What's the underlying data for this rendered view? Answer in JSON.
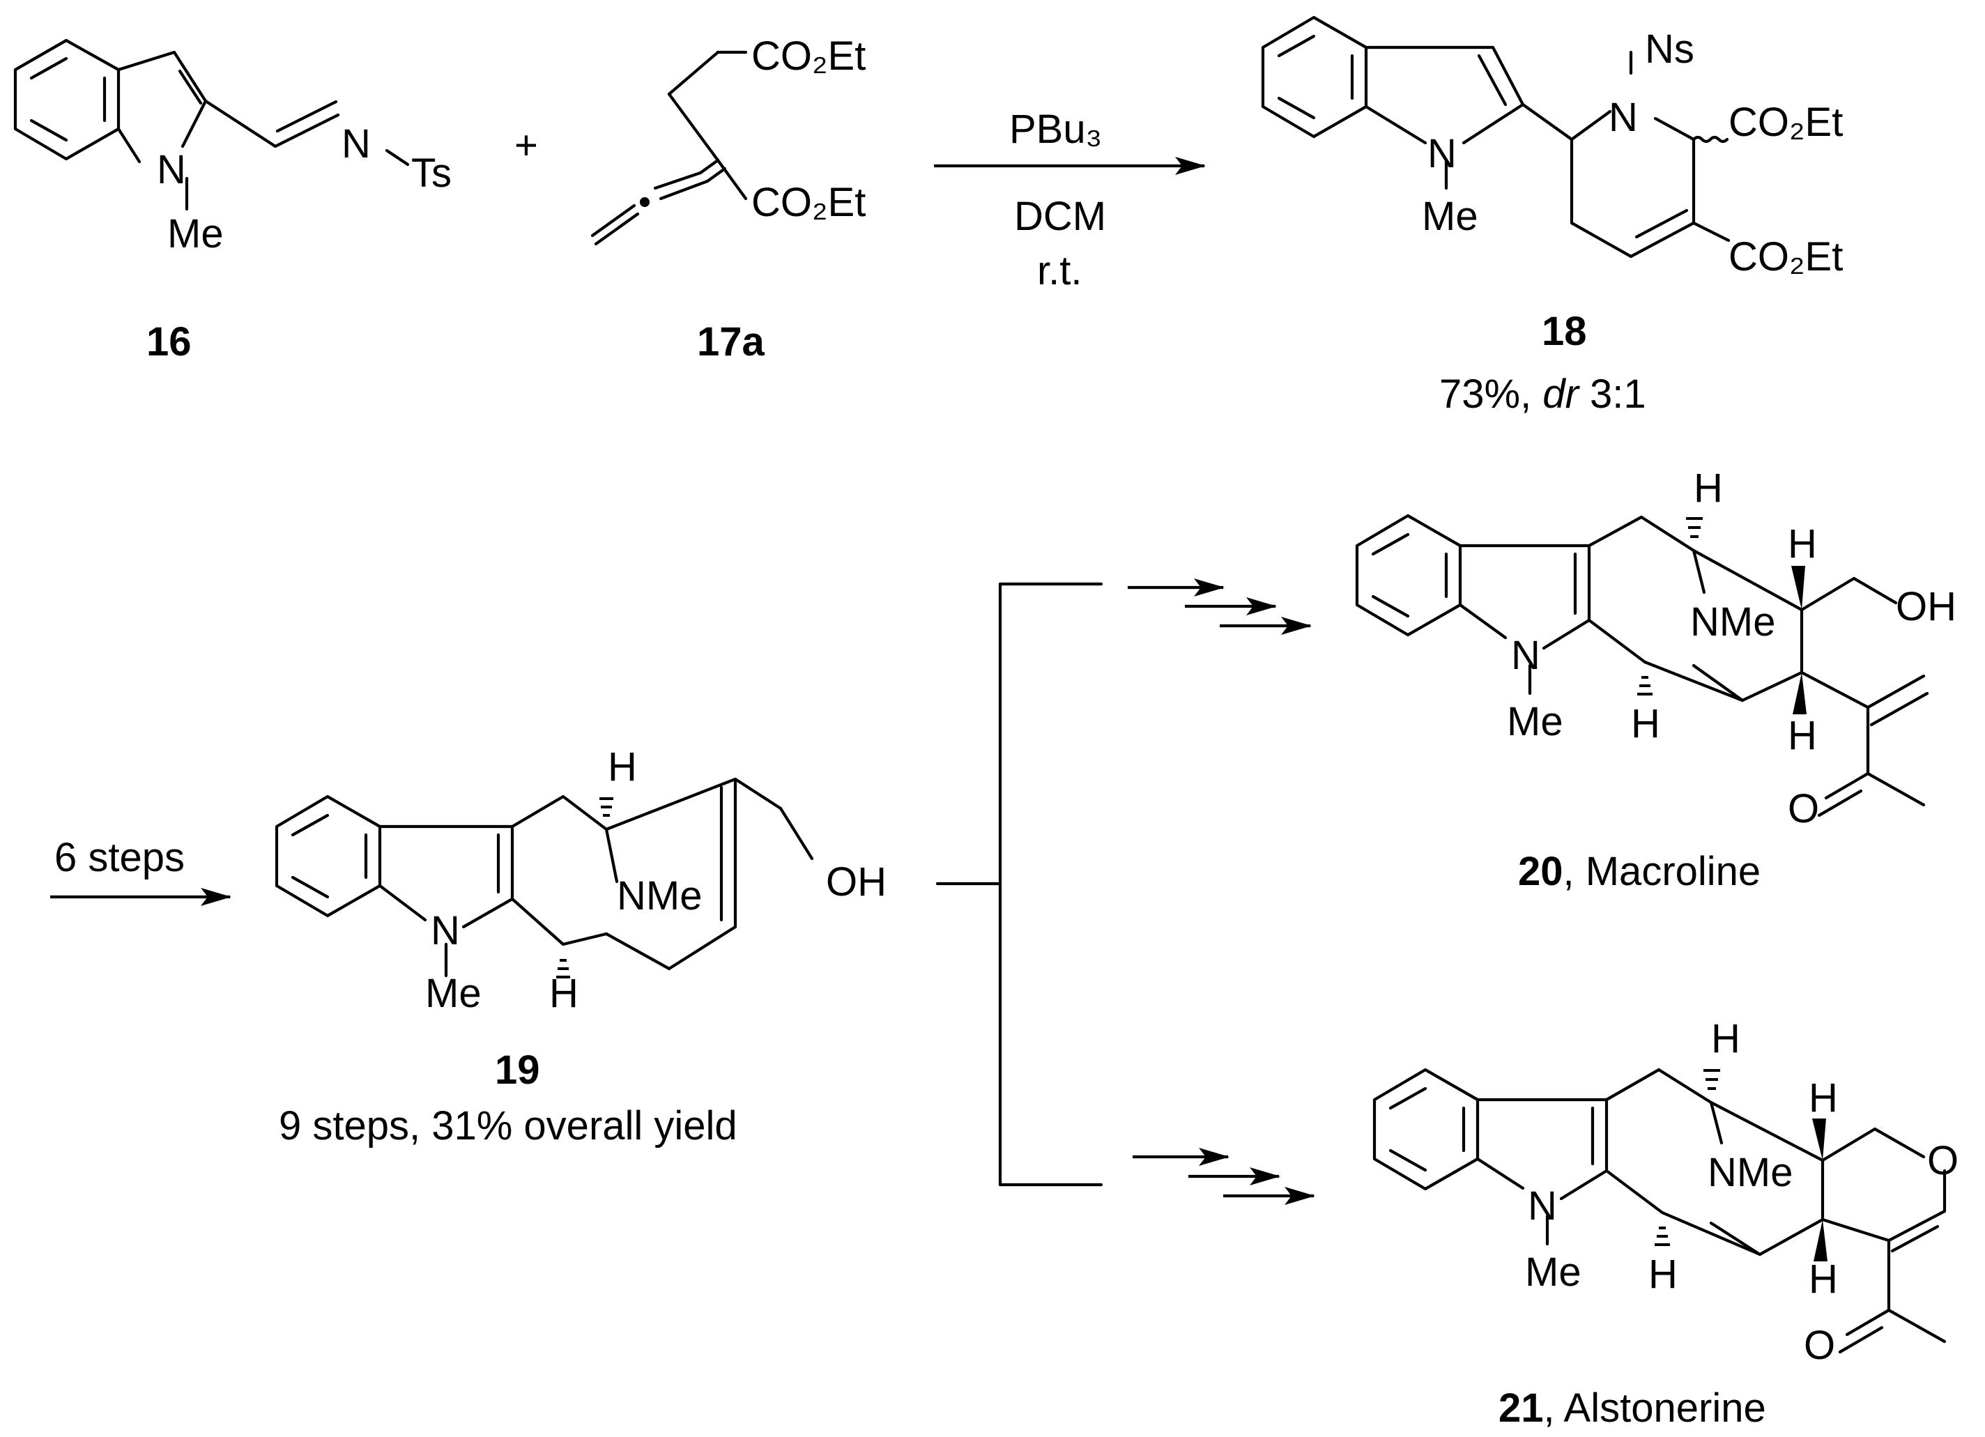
{
  "compounds": {
    "c16": {
      "number": "16",
      "n_label": "N",
      "me_label": "Me",
      "imine_n": "N",
      "ts": "Ts"
    },
    "plus": "+",
    "c17a": {
      "number": "17a",
      "ester1": "CO₂Et",
      "ester2": "CO₂Et"
    },
    "c18": {
      "number": "18",
      "yield_pct": "73%, ",
      "dr_label": "dr",
      "dr_value": " 3:1",
      "ns": "Ns",
      "n_ring": "N",
      "n_indole": "N",
      "me": "Me",
      "ester1": "CO₂Et",
      "ester2": "CO₂Et"
    },
    "c19": {
      "number": "19",
      "caption": "9 steps, 31% overall yield",
      "n_indole": "N",
      "me": "Me",
      "nme": "NMe",
      "oh": "OH",
      "h_top": "H",
      "h_bottom": "H"
    },
    "c20": {
      "number": "20",
      "name": ", Macroline",
      "n_indole": "N",
      "me": "Me",
      "nme": "NMe",
      "oh": "OH",
      "h1": "H",
      "h2": "H",
      "h3": "H",
      "h4": "H",
      "o": "O"
    },
    "c21": {
      "number": "21",
      "name": ", Alstonerine",
      "n_indole": "N",
      "me": "Me",
      "nme": "NMe",
      "o_ring": "O",
      "h1": "H",
      "h2": "H",
      "h3": "H",
      "h4": "H",
      "o": "O"
    }
  },
  "reactions": {
    "step1": {
      "reagent": "PBu₃",
      "solvent": "DCM",
      "temperature": "r.t."
    },
    "step2": {
      "label": "6 steps"
    }
  }
}
